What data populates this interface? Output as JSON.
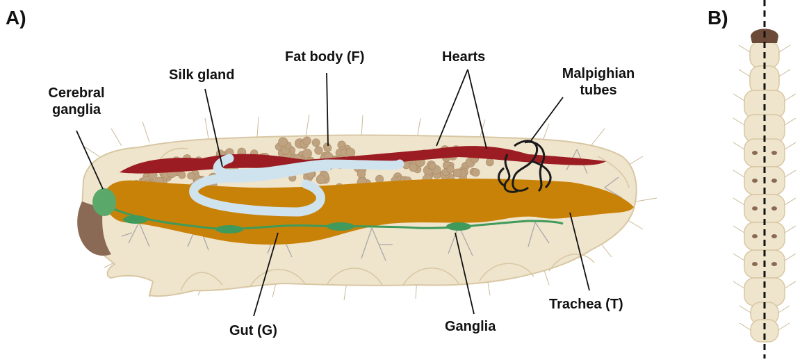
{
  "panels": {
    "a": "A)",
    "b": "B)"
  },
  "labels": {
    "cerebral_ganglia": [
      "Cerebral",
      "ganglia"
    ],
    "silk_gland": "Silk gland",
    "fat_body": "Fat body (F)",
    "hearts": "Hearts",
    "malpighian_tubes": [
      "Malpighian",
      "tubes"
    ],
    "gut": "Gut (G)",
    "ganglia": "Ganglia",
    "trachea": "Trachea (T)"
  },
  "colors": {
    "body": "#efe4cc",
    "body_outline": "#d8c7a3",
    "head_capsule": "#8b6a55",
    "gut": "#c98208",
    "fat_body": "#bfa27f",
    "silk_gland": "#cfe3ef",
    "heart": "#9b1c22",
    "nerve_cord": "#3f9a5b",
    "cerebral_ganglia": "#5aa86a",
    "trachea": "#a9a9a9",
    "malpighian": "#1a1a1a"
  }
}
